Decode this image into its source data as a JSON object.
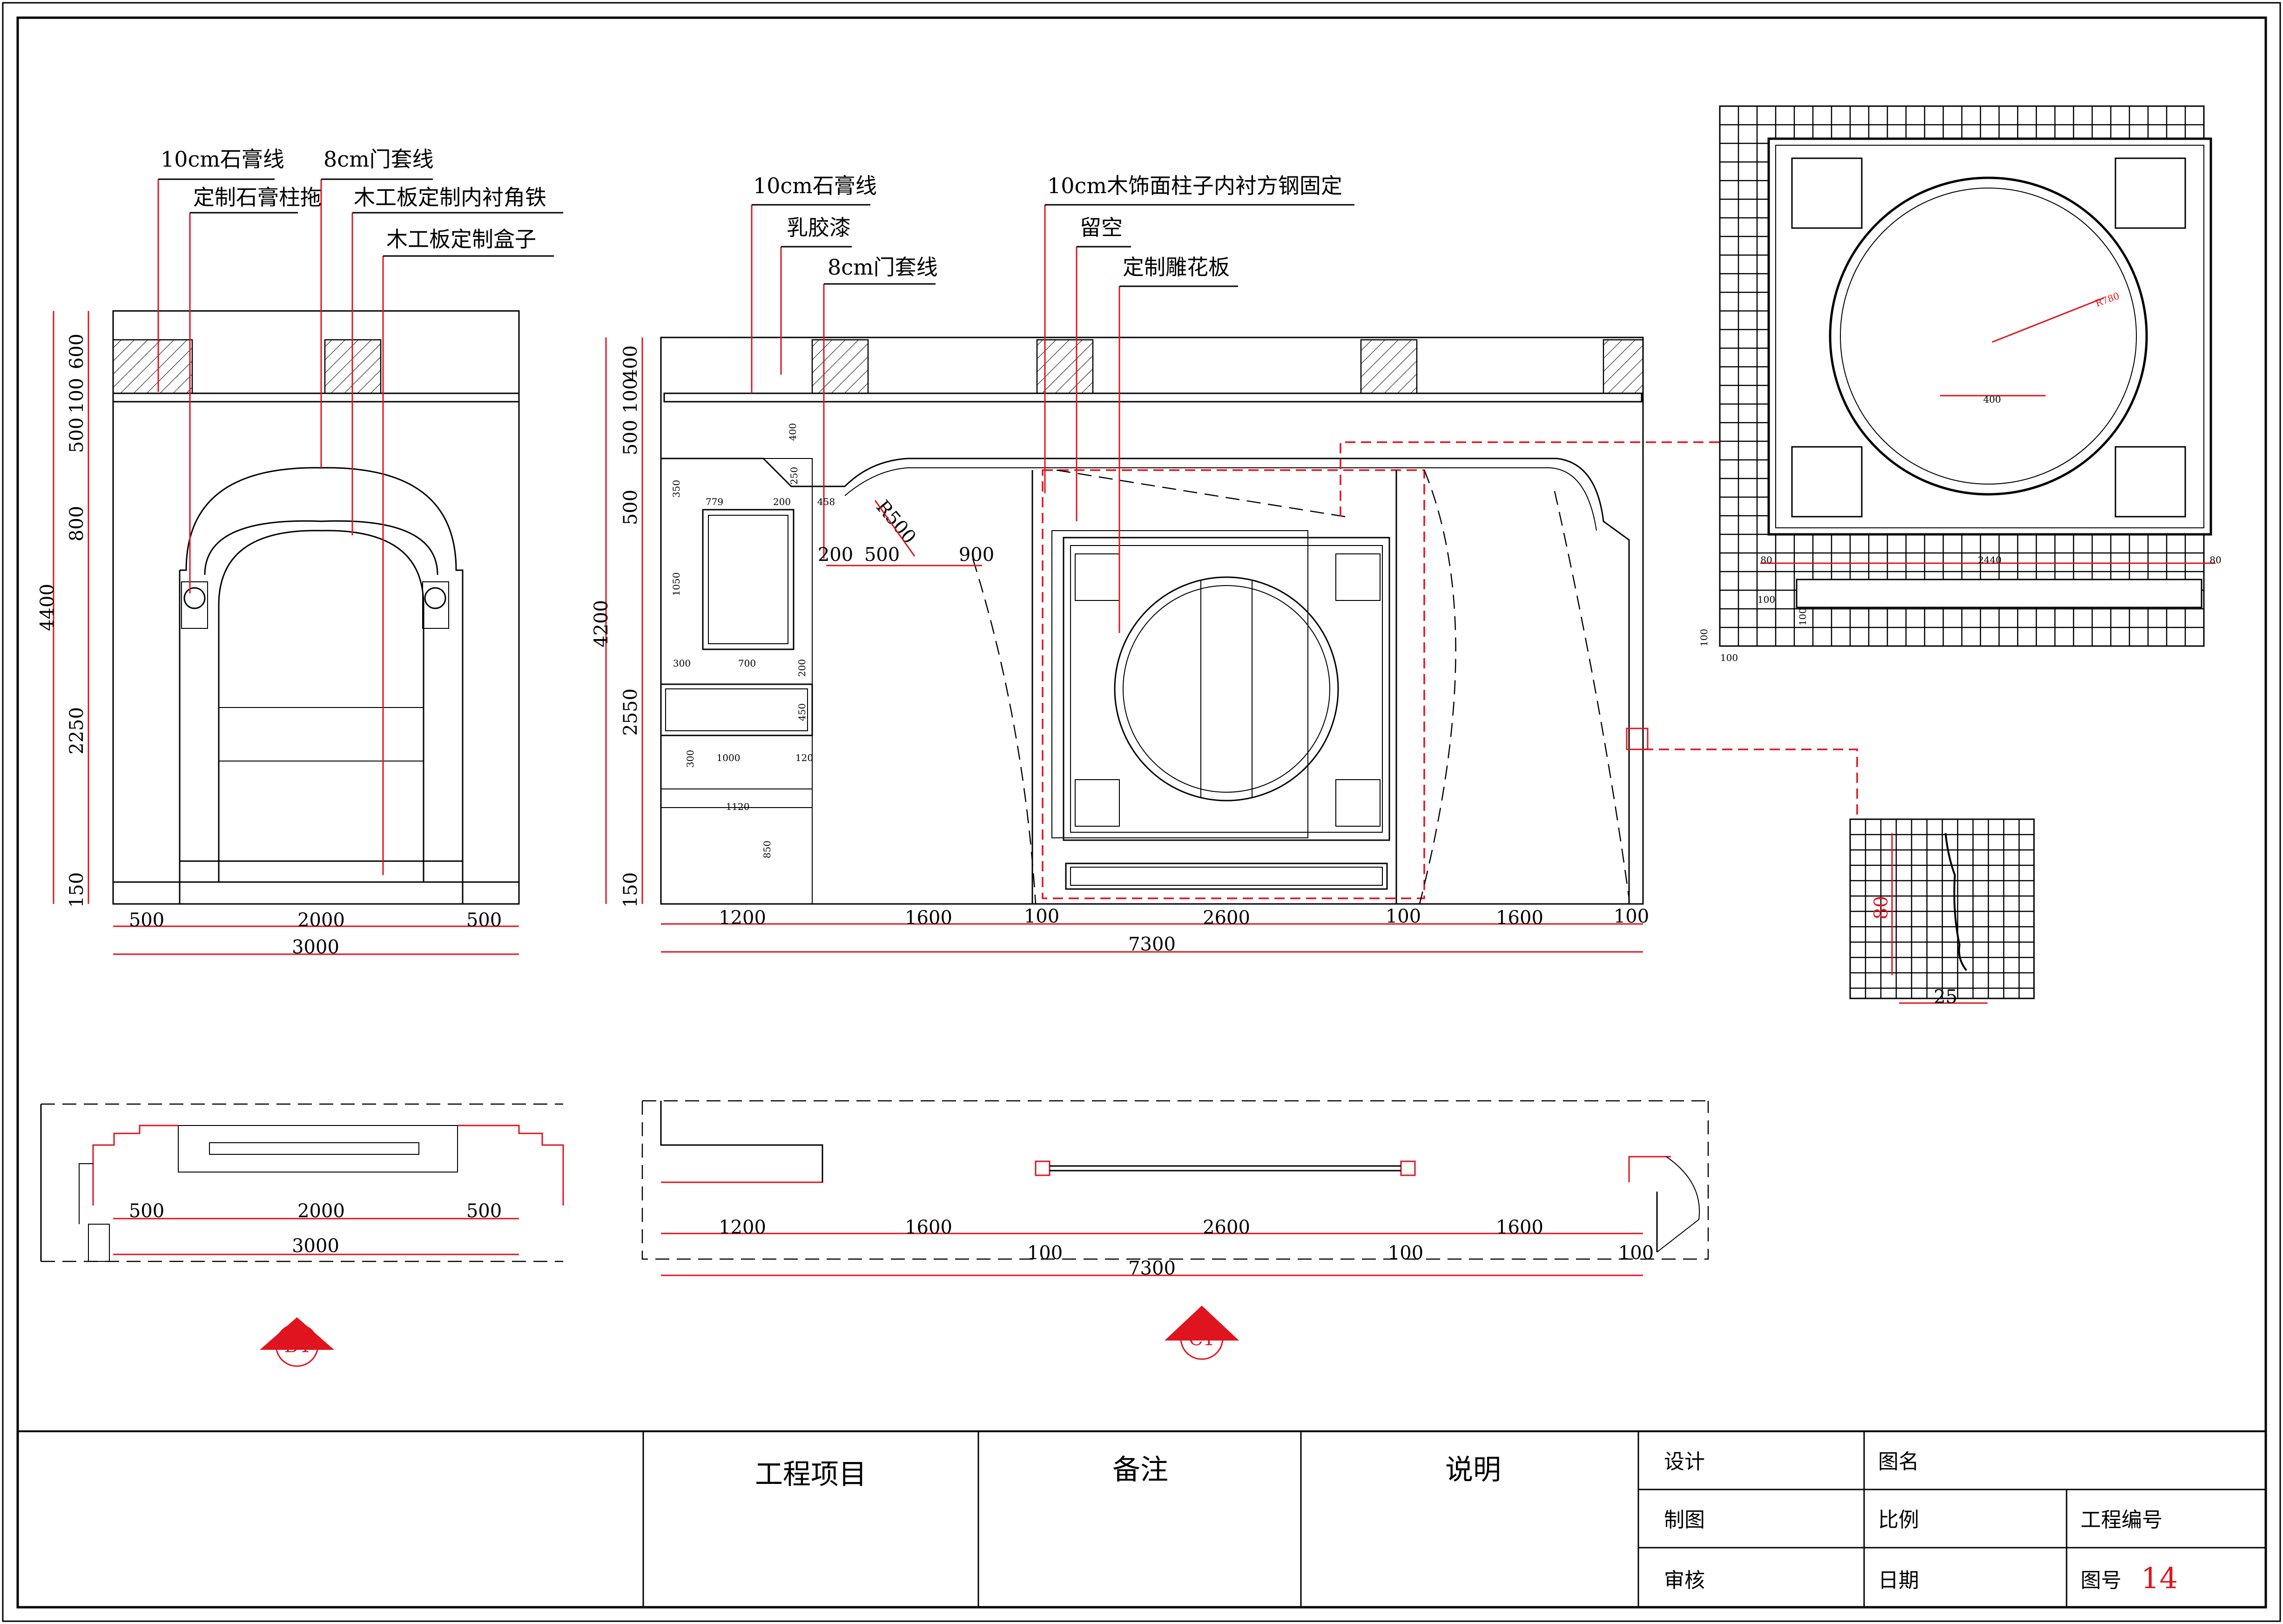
{
  "drawing": {
    "b4_labels": [
      "10cm石膏线",
      "8cm门套线",
      "定制石膏柱拖",
      "木工板定制内衬角铁",
      "木工板定制盒子"
    ],
    "c1_labels": [
      "10cm石膏线",
      "乳胶漆",
      "8cm门套线",
      "10cm木饰面柱子内衬方钢固定",
      "留空",
      "定制雕花板"
    ],
    "b4_heights": [
      "600",
      "100",
      "500",
      "800",
      "2250",
      "150",
      "4400"
    ],
    "b4_widths": [
      "500",
      "2000",
      "500",
      "3000"
    ],
    "c1_heights": [
      "400",
      "100",
      "500",
      "500",
      "2550",
      "150",
      "4200"
    ],
    "c1_widths": [
      "1200",
      "1600",
      "100",
      "2600",
      "100",
      "1600",
      "100",
      "7300"
    ],
    "c1_inner": [
      "200",
      "500",
      "900",
      "R500"
    ],
    "c1_small": [
      "400",
      "250",
      "350",
      "779",
      "200",
      "458",
      "1050",
      "300",
      "700",
      "200",
      "450",
      "300",
      "1000",
      "120",
      "1120",
      "850"
    ],
    "plan_b4_widths": [
      "500",
      "2000",
      "500",
      "3000"
    ],
    "plan_c1_widths": [
      "1200",
      "1600",
      "2600",
      "1600",
      "100",
      "100",
      "100",
      "7300"
    ],
    "detail_panel": [
      "R780",
      "400",
      "80",
      "2440",
      "80",
      "100",
      "100",
      "100",
      "100"
    ],
    "detail_profile": [
      "80",
      "25"
    ],
    "markers": [
      "B4",
      "C1"
    ]
  },
  "title_block": {
    "project": "工程项目",
    "remarks": "备注",
    "notes": "说明",
    "design": "设计",
    "drawing_name": "图名",
    "drafting": "制图",
    "scale": "比例",
    "project_no": "工程编号",
    "review": "审核",
    "date": "日期",
    "drawing_no_label": "图号",
    "drawing_no": "14"
  },
  "colors": {
    "accent": "#e0141e",
    "line": "#000000",
    "paper": "#ffffff"
  }
}
